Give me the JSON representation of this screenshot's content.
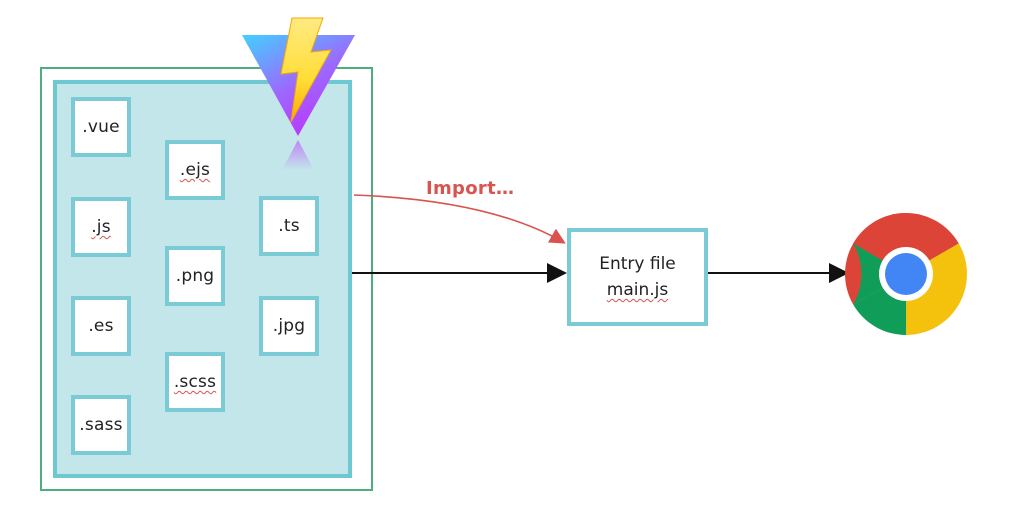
{
  "file_types": {
    "vue": ".vue",
    "js": ".js",
    "es": ".es",
    "sass": ".sass",
    "ejs": ".ejs",
    "png": ".png",
    "scss": ".scss",
    "ts": ".ts",
    "jpg": ".jpg"
  },
  "arrows": {
    "import_label": "Import…"
  },
  "entry": {
    "line1": "Entry file",
    "line2": "main.js"
  },
  "icons": {
    "bundler_logo": "vite-logo-icon",
    "browser": "chrome-icon"
  },
  "colors": {
    "outer_border": "#4fae7e",
    "inner_fill": "#c2e6ea",
    "tile_border": "#7bcbd6",
    "import_arrow": "#d9534f",
    "main_arrow": "#111111"
  }
}
